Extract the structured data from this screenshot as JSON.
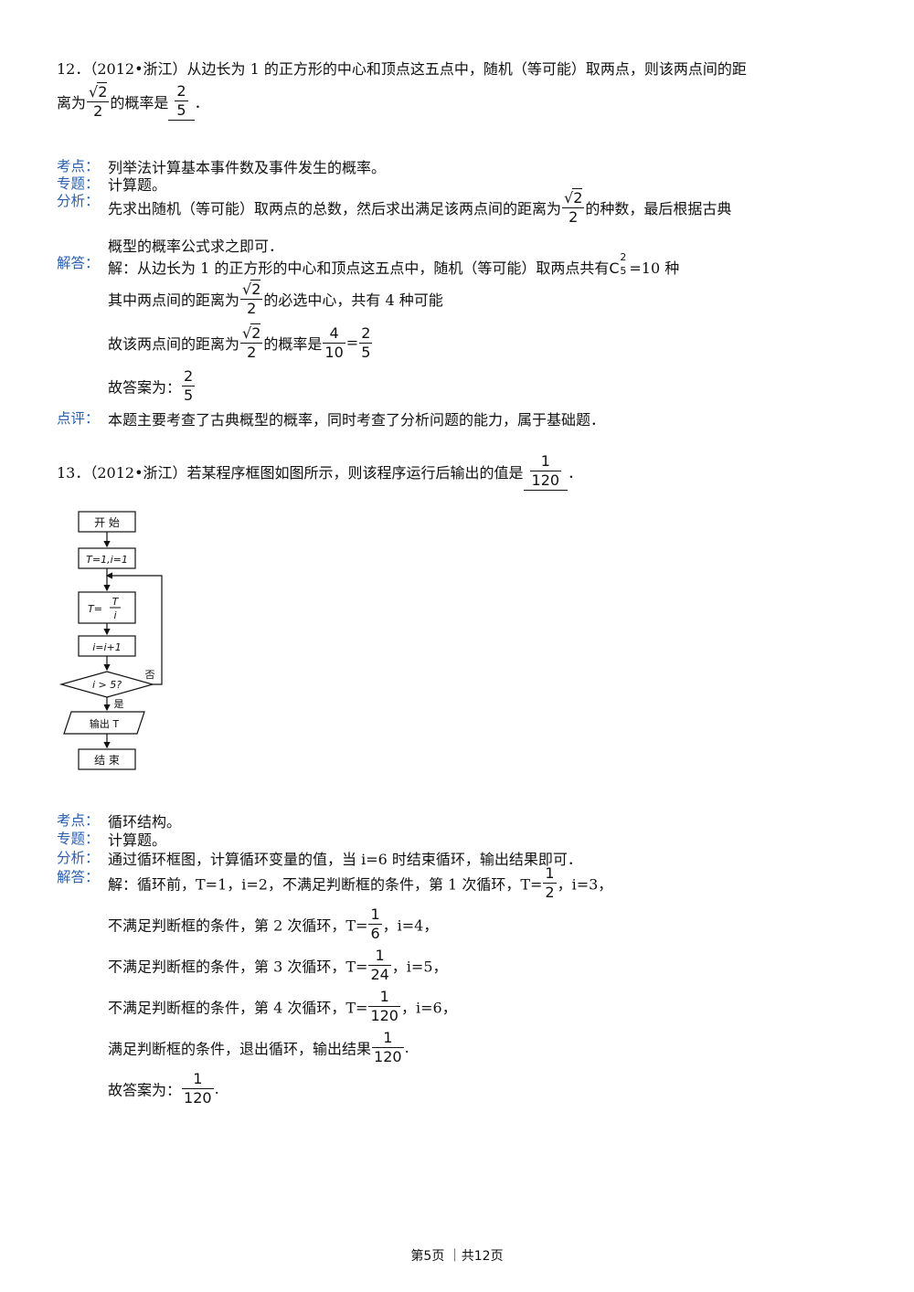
{
  "q12": {
    "line1": "12．（2012•浙江）从边长为 1 的正方形的中心和顶点这五点中，随机（等可能）取两点，则该两点间的距",
    "line2_pre": "离为",
    "sqrt_num": "2",
    "sqrt_den": "2",
    "line2_mid": "的概率是",
    "ans_num": "2",
    "ans_den": "5",
    "line2_end": "．",
    "labels": {
      "kaodian": "考点：",
      "zhuanti": "专题：",
      "fenxi": "分析：",
      "jieda": "解答：",
      "dianping": "点评："
    },
    "kaodian": "列举法计算基本事件数及事件发生的概率。",
    "zhuanti": "计算题。",
    "fenxi_1_pre": "先求出随机（等可能）取两点的总数，然后求出满足该两点间的距离为",
    "fenxi_1_post": "的种数，最后根据古典",
    "fenxi_2": "概型的概率公式求之即可．",
    "jieda_1_pre": "解：从边长为 1 的正方形的中心和顶点这五点中，随机（等可能）取两点共有",
    "comb_base": "C",
    "comb_sup": "2",
    "comb_sub": "5",
    "jieda_1_post": "=10 种",
    "jieda_2_pre": "其中两点间的距离为",
    "jieda_2_post": "的必选中心，共有 4 种可能",
    "jieda_3_pre": "故该两点间的距离为",
    "jieda_3_mid": "的概率是",
    "prob_num": "4",
    "prob_den": "10",
    "eq": "=",
    "jieda_4": "故答案为：",
    "dianping": "本题主要考查了古典概型的概率，同时考查了分析问题的能力，属于基础题．"
  },
  "q13": {
    "line1_pre": "13．（2012•浙江）若某程序框图如图所示，则该程序运行后输出的值是",
    "ans_num": "1",
    "ans_den": "120",
    "line1_end": "．",
    "flow": {
      "start": "开 始",
      "init": "T=1,i=1",
      "assign_lhs": "T=",
      "assign_num": "T",
      "assign_den": "i",
      "incr": "i=i+1",
      "cond": "i > 5?",
      "no": "否",
      "yes": "是",
      "output": "输出 T",
      "end": "结 束"
    },
    "kaodian": "循环结构。",
    "zhuanti": "计算题。",
    "fenxi": "通过循环框图，计算循环变量的值，当 i=6 时结束循环，输出结果即可．",
    "steps": [
      {
        "pre": "解：循环前，T=1，i=2，不满足判断框的条件，第 1 次循环，T=",
        "num": "1",
        "den": "2",
        "post": "，i=3，"
      },
      {
        "pre": "不满足判断框的条件，第 2 次循环，T=",
        "num": "1",
        "den": "6",
        "post": "，i=4，"
      },
      {
        "pre": "不满足判断框的条件，第 3 次循环，T=",
        "num": "1",
        "den": "24",
        "post": "，i=5，"
      },
      {
        "pre": "不满足判断框的条件，第 4 次循环，T=",
        "num": "1",
        "den": "120",
        "post": "，i=6，"
      },
      {
        "pre": "满足判断框的条件，退出循环，输出结果",
        "num": "1",
        "den": "120",
        "post": "."
      },
      {
        "pre": "故答案为：",
        "num": "1",
        "den": "120",
        "post": "."
      }
    ]
  },
  "footer": "第5页 ｜共12页"
}
